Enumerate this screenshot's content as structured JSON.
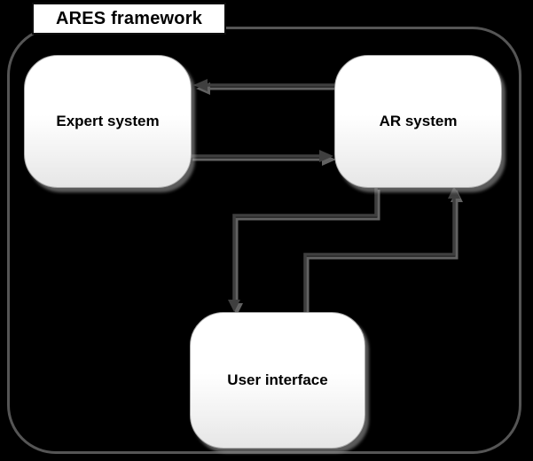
{
  "diagram": {
    "title": "ARES framework",
    "nodes": [
      {
        "id": "expert-system",
        "label": "Expert system"
      },
      {
        "id": "ar-system",
        "label": "AR system"
      },
      {
        "id": "user-interface",
        "label": "User interface"
      }
    ],
    "edges": [
      {
        "from": "AR system",
        "to": "Expert system",
        "style": "horizontal-left"
      },
      {
        "from": "Expert system",
        "to": "AR system",
        "style": "horizontal-right"
      },
      {
        "from": "AR system",
        "to": "User interface",
        "style": "elbow-down"
      },
      {
        "from": "User interface",
        "to": "AR system",
        "style": "elbow-up"
      }
    ],
    "colors": {
      "background": "#000000",
      "frame_border": "#555555",
      "node_fill": "#ffffff",
      "node_border": "#ababab",
      "arrow": "#3f3f3f",
      "arrow_shadow": "#b3b3b3",
      "text": "#000000"
    }
  }
}
